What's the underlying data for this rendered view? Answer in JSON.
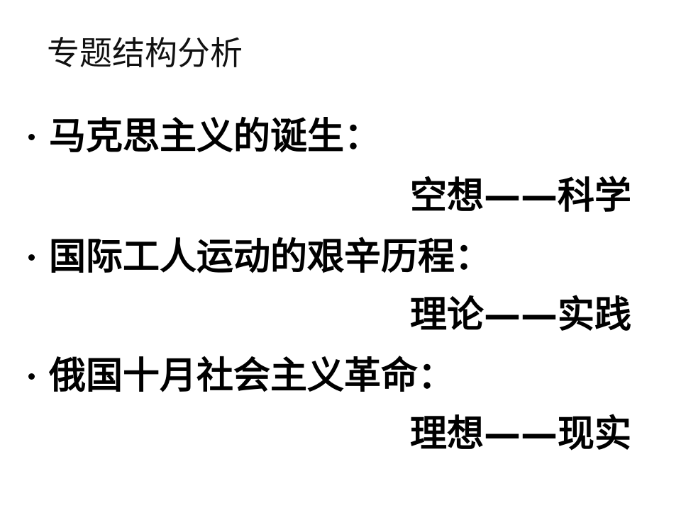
{
  "slide": {
    "title": "专题结构分析",
    "items": [
      {
        "heading": "马克思主义的诞生：",
        "subline": "空想——科学"
      },
      {
        "heading": "国际工人运动的艰辛历程：",
        "subline": "理论——实践"
      },
      {
        "heading": "俄国十月社会主义革命：",
        "subline": "理想——现实"
      }
    ]
  }
}
